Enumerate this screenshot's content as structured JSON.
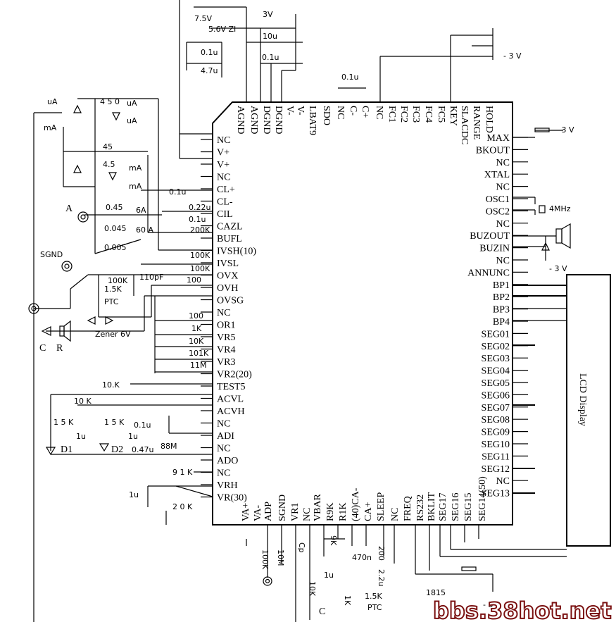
{
  "chip": {
    "left_pins": [
      "NC",
      "V+",
      "V+",
      "NC",
      "CL+",
      "CL-",
      "CIL",
      "CAZL",
      "BUFL",
      "IVSH(10)",
      "IVSL",
      "OVX",
      "OVH",
      "OVSG",
      "NC",
      "OR1",
      "VR5",
      "VR4",
      "VR3",
      "VR2(20)",
      "TEST5",
      "ACVL",
      "ACVH",
      "NC",
      "ADI",
      "NC",
      "ADO",
      "NC",
      "VRH",
      "VR(30)"
    ],
    "right_pins": [
      "MAX",
      "BKOUT",
      "NC",
      "XTAL",
      "NC",
      "OSC1",
      "OSC2",
      "NC",
      "BUZOUT",
      "BUZIN",
      "NC",
      "ANNUNC",
      "BP1",
      "BP2",
      "BP3",
      "BP4",
      "SEG01",
      "SEG02",
      "SEG03",
      "SEG04",
      "SEG05",
      "SEG06",
      "SEG07",
      "SEG08",
      "SEG09",
      "SEG10",
      "SEG11",
      "SEG12",
      "NC",
      "SEG13"
    ],
    "top_pins": [
      "AGND",
      "AGND",
      "DGND",
      "DGND",
      "V-",
      "V-",
      "LBAT9",
      "SDO",
      "NC",
      "C-",
      "C+",
      "NC",
      "FC1",
      "FC2",
      "FC3",
      "FC4",
      "FC5",
      "KEY",
      "SLACDC",
      "RANGE",
      "HOLD"
    ],
    "bottom_pins": [
      "VA+",
      "VA-",
      "ADP",
      "SGND",
      "VR1",
      "NC",
      "VBAR",
      "R9K",
      "R1K",
      "(40)CA-",
      "CA+",
      "SLEEP",
      "NC",
      "FREQ",
      "RS232",
      "BKLIT",
      "SEG17",
      "SEG16",
      "SEG15",
      "SEG14(50)"
    ]
  },
  "labels": {
    "lcd": "LCD  Display",
    "v75": "7.5V",
    "v56": "5.6V ZI",
    "v3": "3V",
    "c10u": "10u",
    "c01u_a": "0.1u",
    "c01u_b": "0.1u",
    "c47u": "4.7u",
    "c01u_top": "0.1u",
    "m3v_top": "- 3 V",
    "m3v_max": "- 3 V",
    "m3v_buz": "- 3 V",
    "m3v_bot": "- 3",
    "mhz": "4MHz",
    "uA1": "uA",
    "mA1": "mA",
    "uA2": "uA",
    "uA3": "uA",
    "mA2": "mA",
    "mA3": "mA",
    "r450": "4 5 0",
    "r45": "45",
    "r45b": "4.5",
    "r045": "0.45",
    "r0045": "0.045",
    "r0005": "0.005",
    "A": "A",
    "sixA": "6A",
    "sixtyA": "60 A",
    "sgnd": "SGND",
    "c01u_cl": "0.1u",
    "c022u": "0.22u",
    "c01u_caz": "0.1u",
    "r200k": "200K",
    "r100k1": "100K",
    "r100k2": "100K",
    "r100k3": "100K",
    "r15k": "1.5K",
    "ptc": "PTC",
    "c110p": "110pF",
    "r100": "100",
    "zener": "Zener 6V",
    "C": "C",
    "R": "R",
    "r100b": "100",
    "r1k": "1K",
    "r10k": "10K",
    "r101k": "101K",
    "r11m": "11M",
    "r10k2": "10.K",
    "r10k3": "10 K",
    "r15k2": "1 5 K",
    "r15k3": "1 5 K",
    "c1u1": "1u",
    "c1u2": "1u",
    "c01u_adi": "0.1u",
    "d1": "D1",
    "d2": "D2",
    "c047u": "0.47u",
    "r88m": "88M",
    "r91k": "9 1 K",
    "c1u3": "1u",
    "r20k": "2 0 K",
    "r100k4": "100K",
    "r10m": "10M",
    "cp": "Cp",
    "r10k4": "10K",
    "c1u4": "1u",
    "r9k": "9K",
    "r1k2": "1K",
    "c470n": "470n",
    "r200": "200",
    "c22u": "2.2u",
    "r15k4": "1.5K",
    "ptc2": "PTC",
    "n1815": "1815",
    "C2": "C",
    "watermark": "bbs.38hot.net"
  }
}
